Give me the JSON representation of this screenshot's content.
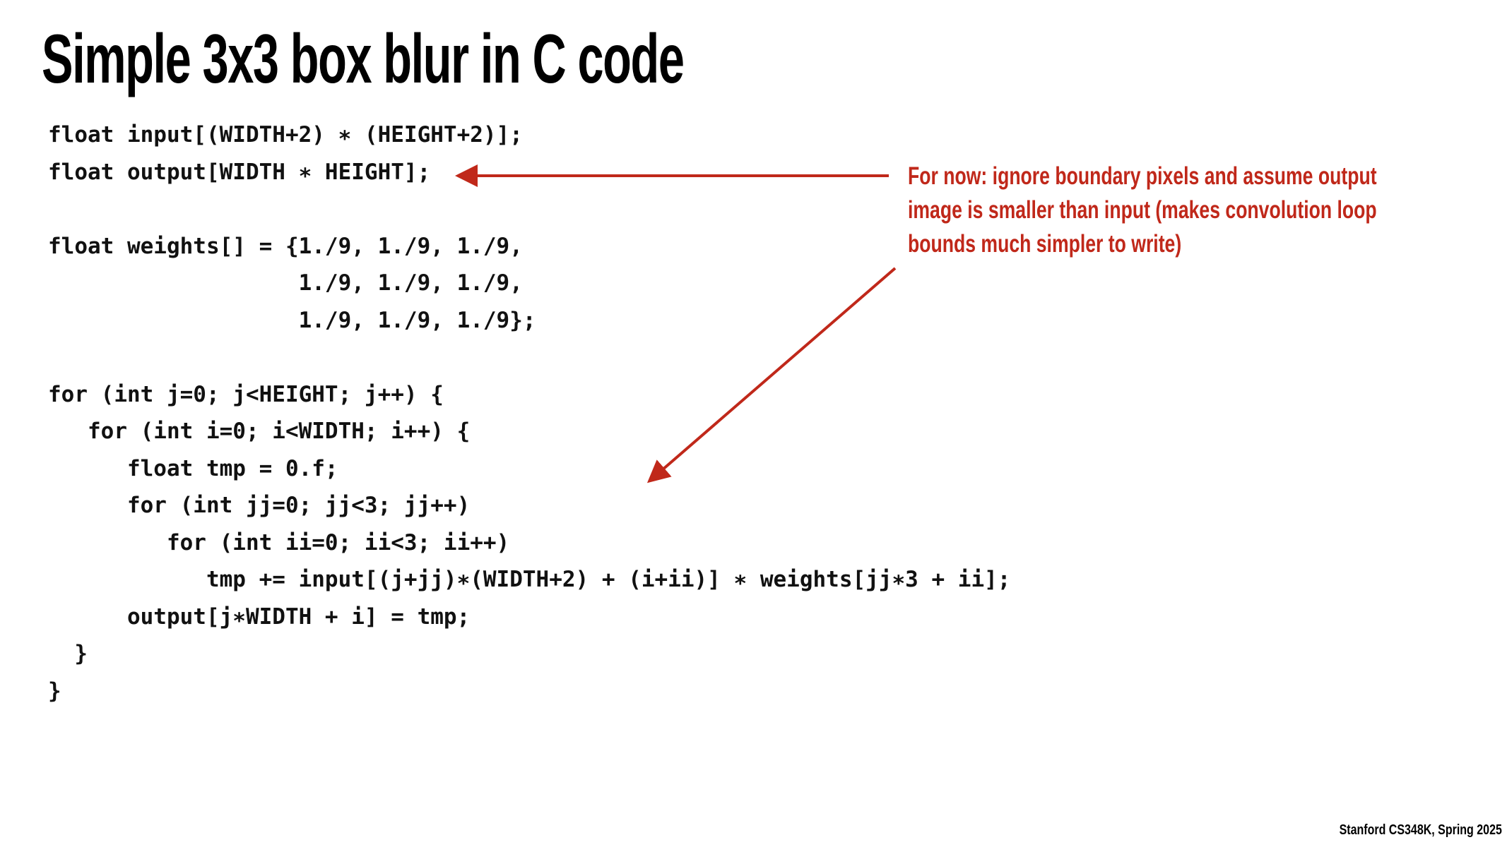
{
  "title": "Simple 3x3 box blur in C code",
  "code_lines": [
    "float input[(WIDTH+2) ∗ (HEIGHT+2)];",
    "float output[WIDTH ∗ HEIGHT];",
    "",
    "float weights[] = {1./9, 1./9, 1./9,",
    "                   1./9, 1./9, 1./9,",
    "                   1./9, 1./9, 1./9};",
    "",
    "for (int j=0; j<HEIGHT; j++) {",
    "   for (int i=0; i<WIDTH; i++) {",
    "      float tmp = 0.f;",
    "      for (int jj=0; jj<3; jj++)",
    "         for (int ii=0; ii<3; ii++)",
    "            tmp += input[(j+jj)∗(WIDTH+2) + (i+ii)] ∗ weights[jj∗3 + ii];",
    "      output[j∗WIDTH + i] = tmp;",
    "  }",
    "}"
  ],
  "annotation": {
    "lines": [
      "For now: ignore boundary pixels and assume output",
      "image is smaller than input (makes convolution loop",
      "bounds much simpler to write)"
    ],
    "color": "#c0281a"
  },
  "footer": "Stanford CS348K, Spring 2025"
}
